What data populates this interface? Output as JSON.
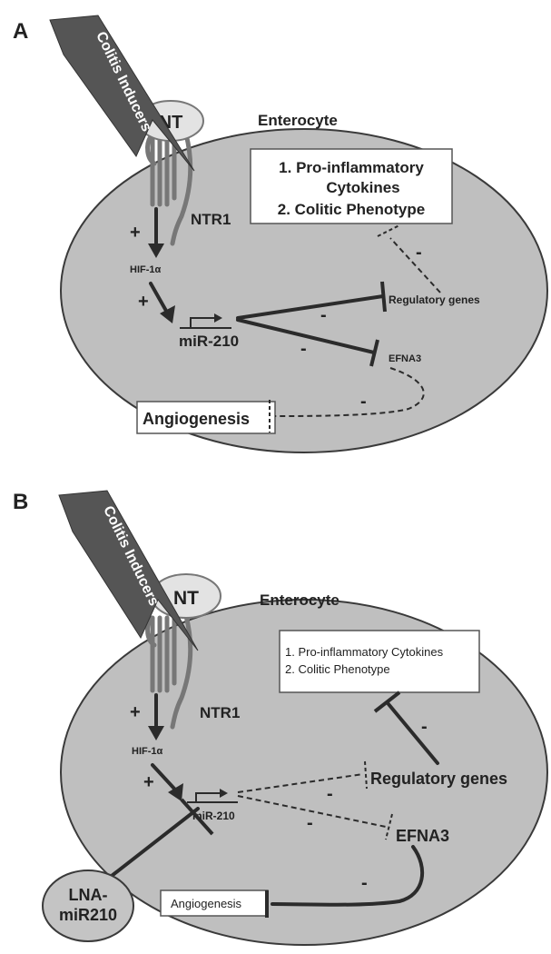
{
  "panel_a": {
    "label": "A",
    "inducer": "Colitis Inducers",
    "ligand": "NT",
    "cell": "Enterocyte",
    "receptor": "NTR1",
    "hif": "HIF-1α",
    "plus_1": "+",
    "plus_2": "+",
    "mirna": "miR-210",
    "outcome_1": "1. Pro-inflammatory",
    "outcome_1b": "Cytokines",
    "outcome_2": "2. Colitic Phenotype",
    "regulatory": "Regulatory genes",
    "efna3": "EFNA3",
    "angiogenesis": "Angiogenesis",
    "minus_1": "-",
    "minus_2": "-",
    "minus_3": "-",
    "minus_4": "-"
  },
  "panel_b": {
    "label": "B",
    "inducer": "Colitis Inducers",
    "ligand": "NT",
    "cell": "Enterocyte",
    "receptor": "NTR1",
    "hif": "HIF-1α",
    "plus_1": "+",
    "plus_2": "+",
    "mirna": "miR-210",
    "outcome_1": "1.   Pro-inflammatory Cytokines",
    "outcome_2": "2.   Colitic Phenotype",
    "regulatory": "Regulatory genes",
    "efna3": "EFNA3",
    "angiogenesis": "Angiogenesis",
    "inhibitor_1": "LNA-",
    "inhibitor_2": "miR210",
    "minus_1": "-",
    "minus_2": "-",
    "minus_3": "-",
    "minus_4": "-"
  }
}
